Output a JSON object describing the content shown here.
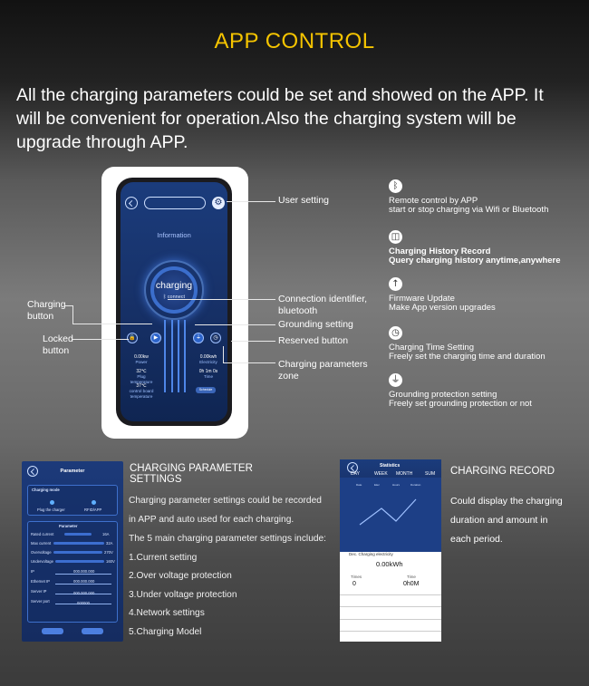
{
  "title": "APP CONTROL",
  "intro": "All the charging parameters could be set and showed on the APP. It will be convenient for operation.Also the charging system will be upgrade through APP.",
  "phone": {
    "info_label": "Information",
    "charging_label": "charging",
    "connect_label": "connect",
    "left_stats": [
      {
        "value": "0.00kw",
        "label": "Power"
      },
      {
        "value": "32℃",
        "label": "Plug temperature"
      },
      {
        "value": "37℃",
        "label": "control board temperature"
      }
    ],
    "right_stats": [
      {
        "value": "0.00kwh",
        "label": "Electricity"
      },
      {
        "value": "0h 1m 0s",
        "label": "Time"
      }
    ],
    "small_button": "Schedule"
  },
  "callouts": {
    "user_setting": "User setting",
    "charging_button": "Charging button",
    "locked_button": "Locked button",
    "connection": "Connection identifier, bluetooth",
    "grounding": "Grounding setting",
    "reserved": "Reserved button",
    "params_zone": "Charging parameters zone"
  },
  "features": [
    {
      "icon": "bluetooth-icon",
      "glyph": "ᛒ",
      "title": "Remote control by APP",
      "desc": "start or stop charging via Wifi or Bluetooth"
    },
    {
      "icon": "history-icon",
      "glyph": "◫",
      "title": "Charging History Record",
      "desc": "Query charging history anytime,anywhere"
    },
    {
      "icon": "upload-icon",
      "glyph": "↑",
      "title": "Firmware Update",
      "desc": "Make App version upgrades"
    },
    {
      "icon": "clock-icon",
      "glyph": "◷",
      "title": "Charging Time Setting",
      "desc": "Freely set the charging time and duration"
    },
    {
      "icon": "grounding-icon",
      "glyph": "⏚",
      "title": "Grounding protection setting",
      "desc": "Freely set grounding protection or not"
    }
  ],
  "param_panel": {
    "title": "Parameter",
    "mode_title": "Charging mode",
    "mode_options": [
      "Plug the charger",
      "RFID/APP"
    ],
    "param_title": "Parameter",
    "rows": [
      {
        "label": "Rated current",
        "value": "16A"
      },
      {
        "label": "Max current",
        "value": "32A"
      },
      {
        "label": "Overvoltage",
        "value": "270V"
      },
      {
        "label": "Undervoltage",
        "value": "160V"
      },
      {
        "label": "IP",
        "value": "000.000.000"
      },
      {
        "label": "Ethernet IP",
        "value": "000.000.000"
      },
      {
        "label": "Server IP",
        "value": "000.000.000"
      },
      {
        "label": "Server port",
        "value": "000000"
      }
    ]
  },
  "param_section": {
    "title": "CHARGING PARAMETER SETTINGS",
    "lines": [
      "Charging parameter settings could be recorded",
      "in APP and auto used for each charging.",
      "The 5 main charging parameter settings include:"
    ],
    "items": [
      "1.Current setting",
      "2.Over voltage protection",
      "3.Under voltage protection",
      "4.Network settings",
      "5.Charging Model"
    ]
  },
  "stat_panel": {
    "title": "Statistics",
    "tabs": [
      "DAY",
      "WEEK",
      "MONTH",
      "SUM"
    ],
    "legend": [
      "Date",
      "Elec",
      "Hours",
      "Duration"
    ],
    "elec_label": "Dec. Charging electricity",
    "elec_value": "0.00kWh",
    "times_label": "Times",
    "times_value": "0",
    "time_label": "Time",
    "time_value": "0h0M"
  },
  "record_section": {
    "title": "CHARGING RECORD",
    "lines": [
      "Could display the charging",
      "duration and amount in",
      "each period."
    ]
  }
}
